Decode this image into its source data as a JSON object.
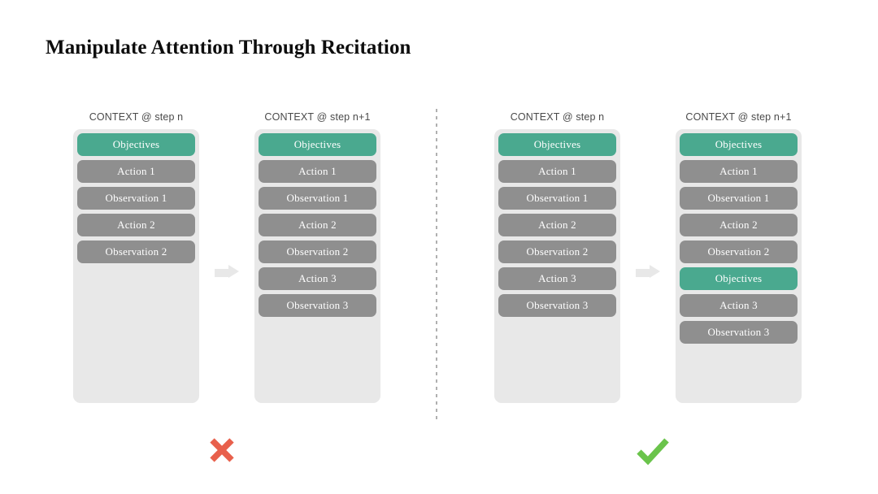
{
  "title": "Manipulate Attention Through Recitation",
  "colors": {
    "objective_green": "#4aa98f",
    "item_gray": "#8f8f8f",
    "context_bg": "#e8e8e8",
    "cross_red": "#e8604c",
    "check_green": "#6ac44b",
    "title_text": "#0d0d0d",
    "header_text": "#4a4a4a"
  },
  "divider": {
    "name": "vertical-dotted-divider"
  },
  "groups": [
    {
      "id": "without-recitation",
      "verdict": {
        "icon": "cross-icon",
        "label": "incorrect"
      },
      "columns": [
        {
          "header": "CONTEXT @ step n",
          "items": [
            {
              "label": "Objectives",
              "kind": "objective"
            },
            {
              "label": "Action 1",
              "kind": "normal"
            },
            {
              "label": "Observation 1",
              "kind": "normal"
            },
            {
              "label": "Action 2",
              "kind": "normal"
            },
            {
              "label": "Observation 2",
              "kind": "normal"
            }
          ]
        },
        {
          "header": "CONTEXT @ step n+1",
          "items": [
            {
              "label": "Objectives",
              "kind": "objective"
            },
            {
              "label": "Action 1",
              "kind": "normal"
            },
            {
              "label": "Observation 1",
              "kind": "normal"
            },
            {
              "label": "Action 2",
              "kind": "normal"
            },
            {
              "label": "Observation 2",
              "kind": "normal"
            },
            {
              "label": "Action 3",
              "kind": "normal"
            },
            {
              "label": "Observation 3",
              "kind": "normal"
            }
          ]
        }
      ]
    },
    {
      "id": "with-recitation",
      "verdict": {
        "icon": "check-icon",
        "label": "correct"
      },
      "columns": [
        {
          "header": "CONTEXT @ step n",
          "items": [
            {
              "label": "Objectives",
              "kind": "objective"
            },
            {
              "label": "Action 1",
              "kind": "normal"
            },
            {
              "label": "Observation 1",
              "kind": "normal"
            },
            {
              "label": "Action 2",
              "kind": "normal"
            },
            {
              "label": "Observation 2",
              "kind": "normal"
            },
            {
              "label": "Action 3",
              "kind": "normal"
            },
            {
              "label": "Observation 3",
              "kind": "normal"
            }
          ]
        },
        {
          "header": "CONTEXT @ step n+1",
          "items": [
            {
              "label": "Objectives",
              "kind": "objective"
            },
            {
              "label": "Action 1",
              "kind": "normal"
            },
            {
              "label": "Observation 1",
              "kind": "normal"
            },
            {
              "label": "Action 2",
              "kind": "normal"
            },
            {
              "label": "Observation 2",
              "kind": "normal"
            },
            {
              "label": "Objectives",
              "kind": "objective"
            },
            {
              "label": "Action 3",
              "kind": "normal"
            },
            {
              "label": "Observation 3",
              "kind": "normal"
            }
          ]
        }
      ]
    }
  ]
}
